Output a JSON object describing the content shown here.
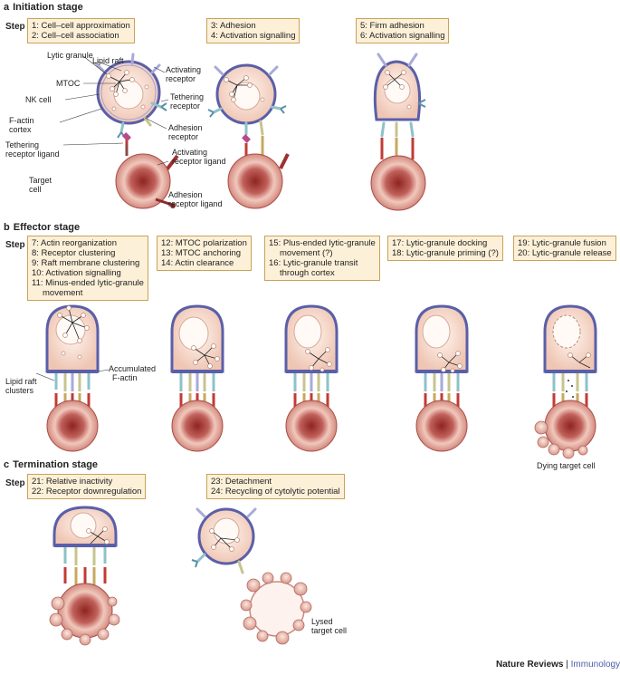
{
  "sections": {
    "a": {
      "letter": "a",
      "title": "Initiation stage"
    },
    "b": {
      "letter": "b",
      "title": "Effector stage"
    },
    "c": {
      "letter": "c",
      "title": "Termination stage"
    }
  },
  "step_label": "Step",
  "boxes": {
    "a1": [
      "1: Cell–cell approximation",
      "2: Cell–cell association"
    ],
    "a2": [
      "3: Adhesion",
      "4: Activation signalling"
    ],
    "a3": [
      "5: Firm adhesion",
      "6: Activation signalling"
    ],
    "b1": [
      "7: Actin reorganization",
      "8: Receptor clustering",
      "9: Raft membrane clustering",
      "10: Activation signalling",
      "11: Minus-ended lytic-granule",
      "movement"
    ],
    "b2": [
      "12: MTOC polarization",
      "13: MTOC anchoring",
      "14: Actin clearance"
    ],
    "b3": [
      "15: Plus-ended lytic-granule",
      "movement (?)",
      "16: Lytic-granule transit",
      "through cortex"
    ],
    "b4": [
      "17: Lytic-granule docking",
      "18: Lytic-granule priming (?)"
    ],
    "b5": [
      "19: Lytic-granule fusion",
      "20: Lytic-granule release"
    ],
    "c1": [
      "21: Relative inactivity",
      "22: Receptor downregulation"
    ],
    "c2": [
      "23: Detachment",
      "24: Recycling of cytolytic potential"
    ]
  },
  "labels": {
    "lytic_granule": "Lytic granule",
    "lipid_raft": "Lipid raft",
    "mtoc": "MTOC",
    "nk_cell": "NK cell",
    "activating_receptor_1": "Activating",
    "activating_receptor_2": "receptor",
    "tethering_receptor_1": "Tethering",
    "tethering_receptor_2": "receptor",
    "factin_cortex_1": "F-actin",
    "factin_cortex_2": "cortex",
    "adhesion_receptor_1": "Adhesion",
    "adhesion_receptor_2": "receptor",
    "tethering_ligand_1": "Tethering",
    "tethering_ligand_2": "receptor ligand",
    "activating_ligand_1": "Activating",
    "activating_ligand_2": "receptor ligand",
    "target_cell_1": "Target",
    "target_cell_2": "cell",
    "adhesion_ligand_1": "Adhesion",
    "adhesion_ligand_2": "receptor ligand",
    "lipid_raft_clusters_1": "Lipid raft",
    "lipid_raft_clusters_2": "clusters",
    "accumulated_factin_1": "Accumulated",
    "accumulated_factin_2": "F-actin",
    "dying_target_cell": "Dying target cell",
    "lysed_target_cell_1": "Lysed",
    "lysed_target_cell_2": "target cell"
  },
  "footer": {
    "journal": "Nature Reviews",
    "separator": " | ",
    "field": "Immunology"
  },
  "colors": {
    "box_fill": "#fcf0d8",
    "box_border": "#c9a35a",
    "nk_fill": "#f7dcd0",
    "membrane": "#6a6fb0",
    "target_fill": "#c0605a",
    "footer_accent": "#4b5fa6"
  }
}
